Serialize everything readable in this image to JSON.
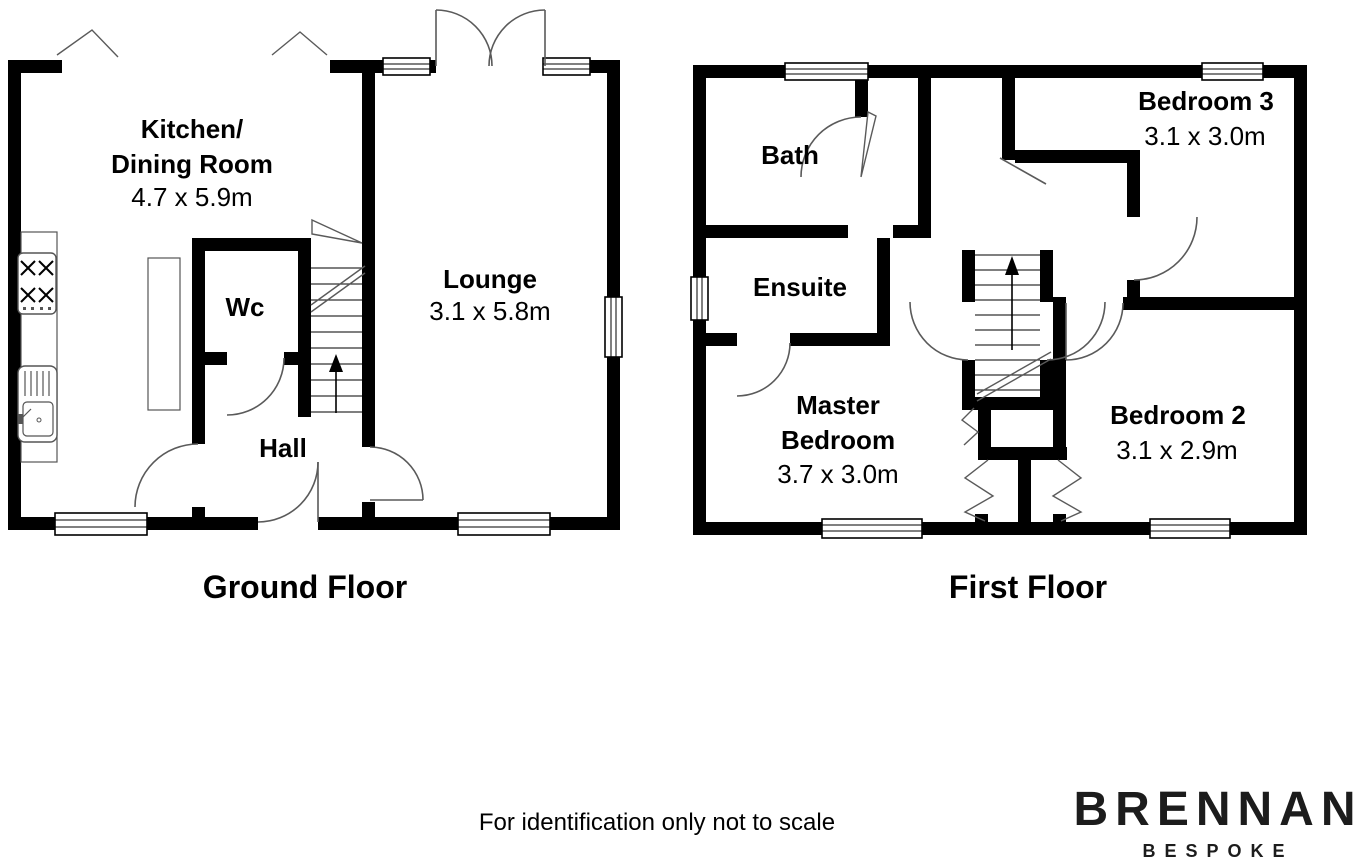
{
  "ground_floor": {
    "title": "Ground Floor",
    "rooms": {
      "kitchen_line1": "Kitchen/",
      "kitchen_line2": "Dining Room",
      "kitchen_dims": "4.7 x 5.9m",
      "wc": "Wc",
      "lounge": "Lounge",
      "lounge_dims": "3.1 x 5.8m",
      "hall": "Hall"
    }
  },
  "first_floor": {
    "title": "First Floor",
    "rooms": {
      "bath": "Bath",
      "bedroom3": "Bedroom 3",
      "bedroom3_dims": "3.1 x 3.0m",
      "ensuite": "Ensuite",
      "master_line1": "Master",
      "master_line2": "Bedroom",
      "master_dims": "3.7 x 3.0m",
      "bedroom2": "Bedroom 2",
      "bedroom2_dims": "3.1 x 2.9m"
    }
  },
  "footer": {
    "disclaimer": "For identification only not to scale"
  },
  "logo": {
    "name": "BRENNAN",
    "tagline": "BESPOKE"
  },
  "colors": {
    "wall": "#000000",
    "detail_line": "#5a5a5a",
    "background": "#ffffff"
  }
}
